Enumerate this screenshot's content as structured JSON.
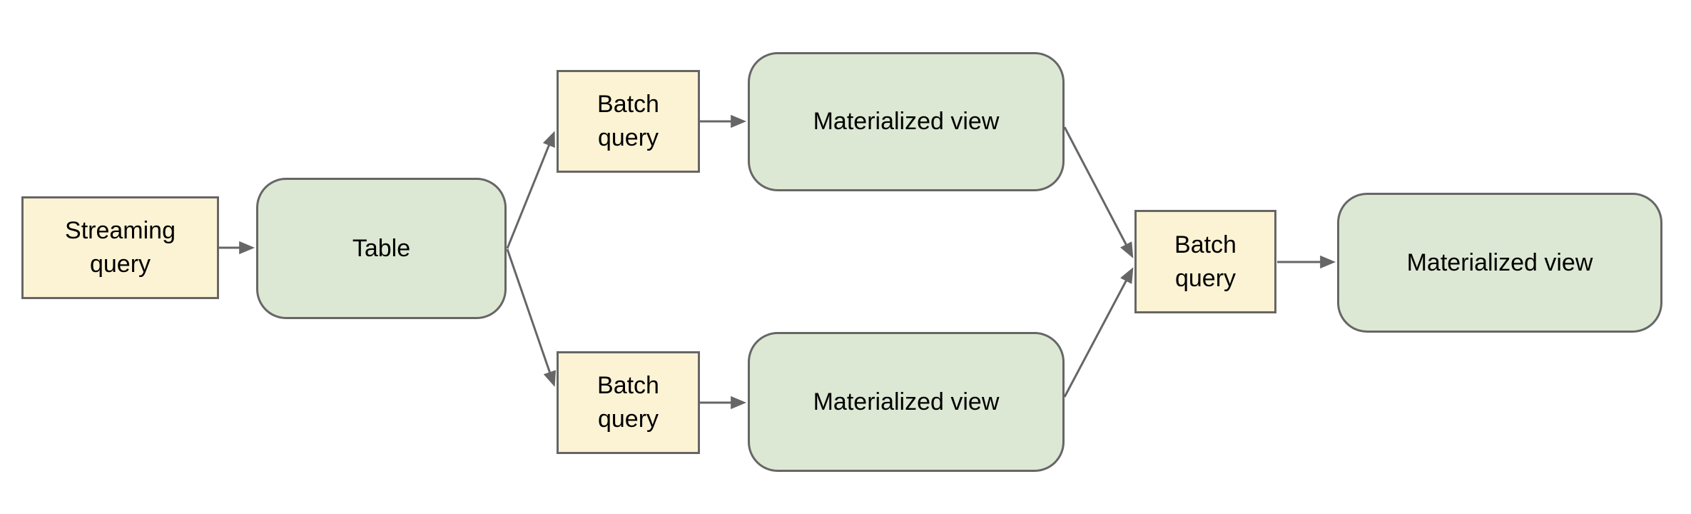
{
  "diagram": {
    "nodes": [
      {
        "id": "streaming-query",
        "label": "Streaming query",
        "kind": "query"
      },
      {
        "id": "table",
        "label": "Table",
        "kind": "view"
      },
      {
        "id": "batch-query-top",
        "label": "Batch query",
        "kind": "query"
      },
      {
        "id": "materialized-view-top",
        "label": "Materialized view",
        "kind": "view"
      },
      {
        "id": "batch-query-bottom",
        "label": "Batch query",
        "kind": "query"
      },
      {
        "id": "materialized-view-bottom",
        "label": "Materialized view",
        "kind": "view"
      },
      {
        "id": "batch-query-merge",
        "label": "Batch query",
        "kind": "query"
      },
      {
        "id": "materialized-view-final",
        "label": "Materialized view",
        "kind": "view"
      }
    ],
    "edges": [
      {
        "from": "streaming-query",
        "to": "table"
      },
      {
        "from": "table",
        "to": "batch-query-top"
      },
      {
        "from": "table",
        "to": "batch-query-bottom"
      },
      {
        "from": "batch-query-top",
        "to": "materialized-view-top"
      },
      {
        "from": "batch-query-bottom",
        "to": "materialized-view-bottom"
      },
      {
        "from": "materialized-view-top",
        "to": "batch-query-merge"
      },
      {
        "from": "materialized-view-bottom",
        "to": "batch-query-merge"
      },
      {
        "from": "batch-query-merge",
        "to": "materialized-view-final"
      }
    ],
    "colors": {
      "query_fill": "#fcf3d4",
      "view_fill": "#dce8d3",
      "border": "#666666",
      "arrow": "#666666",
      "text": "#000000",
      "background": "#ffffff"
    }
  }
}
